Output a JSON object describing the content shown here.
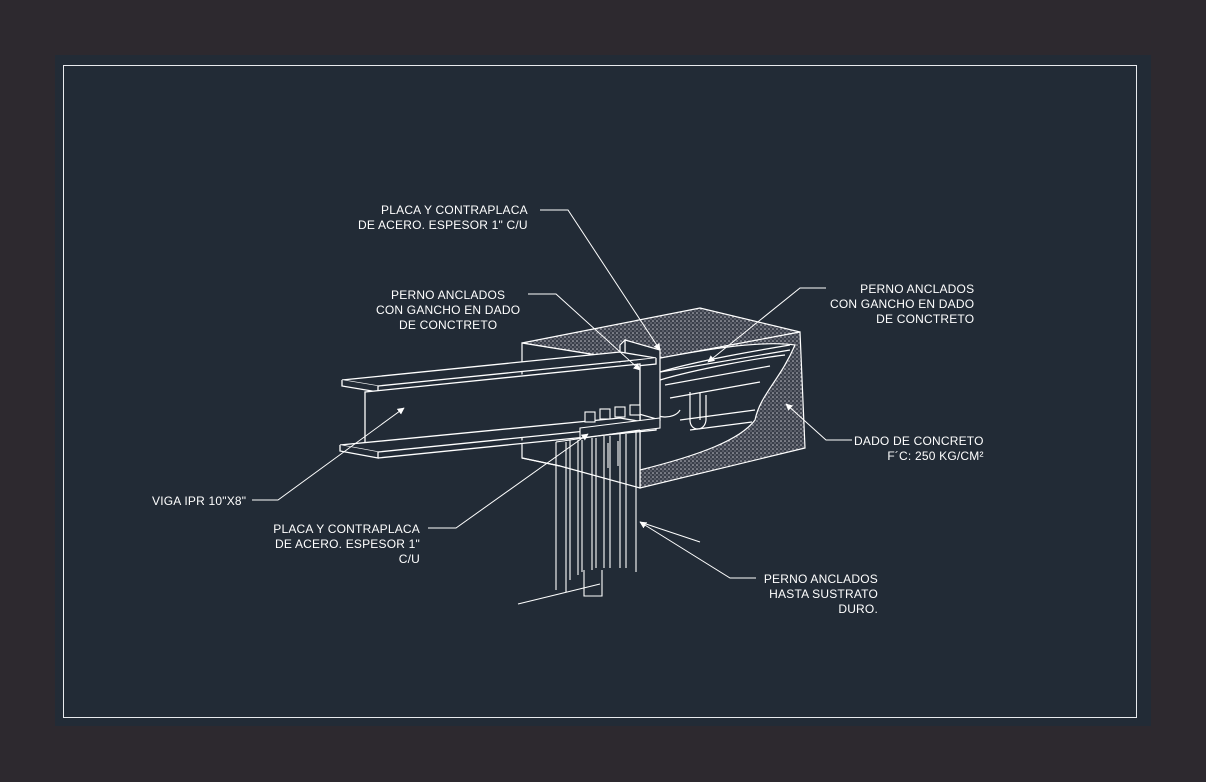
{
  "colors": {
    "background": "#2d292f",
    "sheet": "#222b36",
    "linework": "#ffffff",
    "hatch": "#c0c0c8"
  },
  "labels": {
    "placa_top": [
      "PLACA Y CONTRAPLACA",
      "DE ACERO. ESPESOR 1\"  C/U"
    ],
    "perno_left": [
      "PERNO ANCLADOS",
      "CON GANCHO EN DADO",
      "DE CONCTRETO"
    ],
    "perno_right": [
      "PERNO ANCLADOS",
      "CON GANCHO EN DADO",
      "DE CONCTRETO"
    ],
    "dado": [
      "DADO DE CONCRETO",
      "F´C: 250 KG/CM²"
    ],
    "viga": "VIGA IPR 10\"X8\"",
    "placa_bottom": [
      "PLACA Y CONTRAPLACA",
      "DE ACERO. ESPESOR 1\"",
      "C/U"
    ],
    "perno_sustrato": [
      "PERNO ANCLADOS",
      "HASTA SUSTRATO",
      "DURO."
    ]
  }
}
